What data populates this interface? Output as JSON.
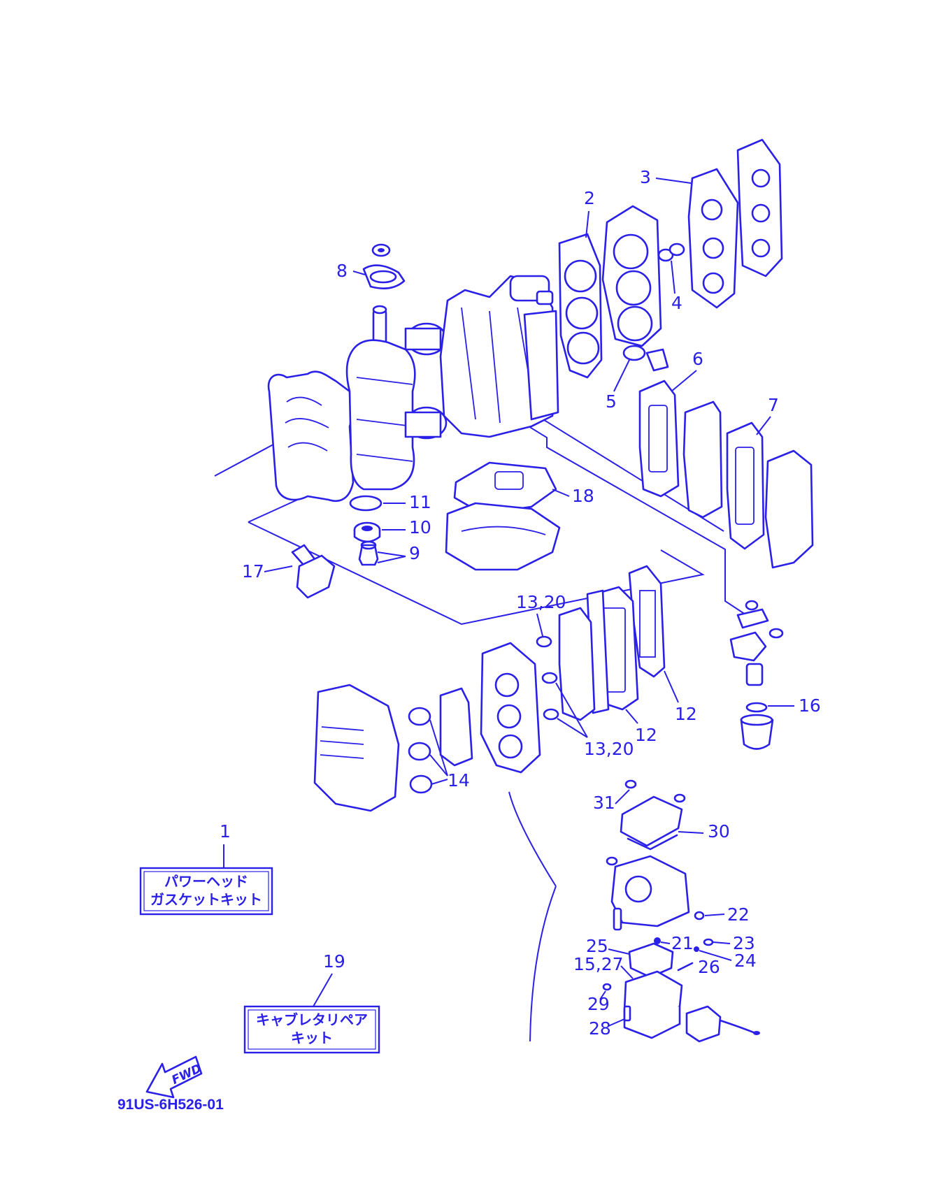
{
  "diagram": {
    "drawing_code": "91US-6H526-01",
    "fwd_label": "FWD",
    "ink_color": "#2a20e8",
    "background_color": "#ffffff"
  },
  "kits": {
    "power_head_gasket": {
      "callout": "1",
      "line1": "パワーヘッド",
      "line2": "ガスケットキット"
    },
    "carburetor_repair": {
      "callout": "19",
      "line1": "キャブレタリペア",
      "line2": "キット"
    }
  },
  "callouts": {
    "c2": "2",
    "c3": "3",
    "c4": "4",
    "c5": "5",
    "c6": "6",
    "c7": "7",
    "c8": "8",
    "c9": "9",
    "c10": "10",
    "c11": "11",
    "c12a": "12",
    "c12b": "12",
    "c13a": "13,20",
    "c13b": "13,20",
    "c14": "14",
    "c15": "15,27",
    "c16": "16",
    "c17": "17",
    "c18": "18",
    "c21": "21",
    "c22": "22",
    "c23": "23",
    "c24": "24",
    "c25": "25",
    "c26": "26",
    "c28": "28",
    "c29": "29",
    "c30": "30",
    "c31": "31"
  }
}
